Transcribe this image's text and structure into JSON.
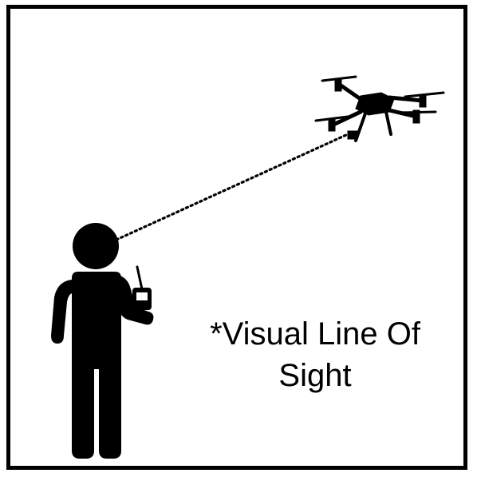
{
  "diagram": {
    "caption_line_1": "*Visual Line Of",
    "caption_line_2": "Sight",
    "colors": {
      "ink": "#000000",
      "background": "#ffffff"
    },
    "icons": {
      "pilot": "person-with-remote-controller-icon",
      "drone": "quadcopter-drone-icon",
      "line": "dotted-sight-line"
    }
  }
}
